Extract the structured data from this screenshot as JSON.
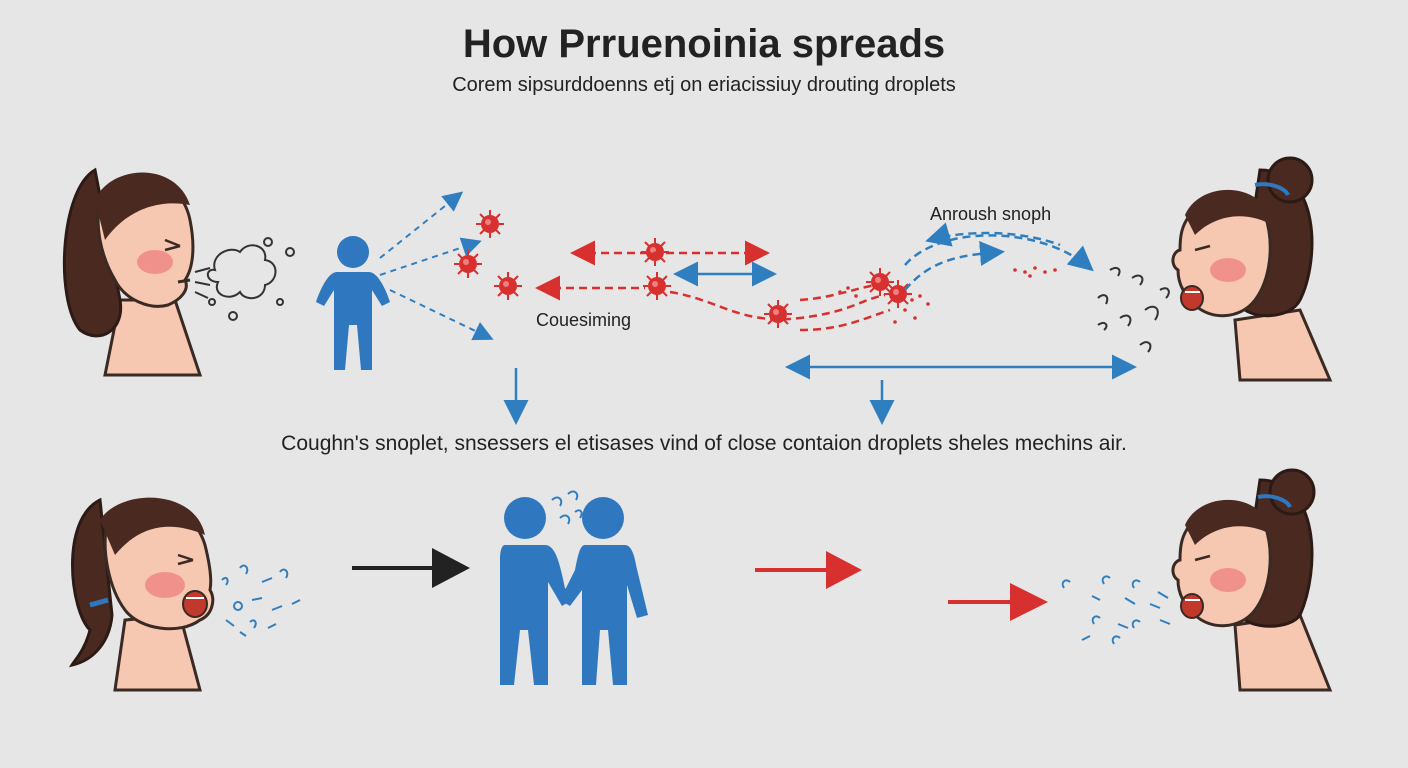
{
  "header": {
    "title": "How Prruenoinia spreads",
    "subtitle": "Corem sipsurddoenns etj on eriacissiuy drouting droplets"
  },
  "labels": {
    "top_right": "Anroush snoph",
    "middle": "Couesiming"
  },
  "caption": "Coughn's snoplet,  snsessers el etisases vind  of close contaion  droplets sheles mechins air.",
  "colors": {
    "background": "#e6e6e6",
    "person_blue": "#2f78bf",
    "virus_red": "#d8302f",
    "droplet_blue": "#2f7fc0",
    "arrow_dark": "#222222",
    "skin": "#f6c7b1",
    "hair": "#4a2a20"
  }
}
